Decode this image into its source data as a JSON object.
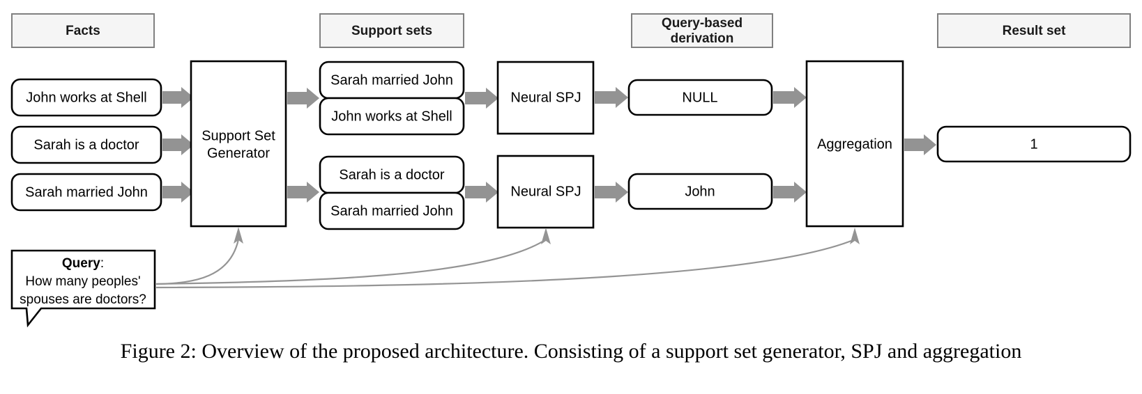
{
  "figure": {
    "caption": "Figure 2: Overview of the proposed architecture. Consisting of a support set generator, SPJ and aggregation"
  },
  "colors": {
    "header_fill": "#f5f5f5",
    "header_stroke": "#808080",
    "node_stroke": "#000000",
    "node_fill": "#ffffff",
    "arrow_gray": "#939393",
    "query_line_gray": "#949494",
    "text": "#000000"
  },
  "columns": [
    {
      "id": "facts",
      "label": "Facts"
    },
    {
      "id": "support-sets",
      "label": "Support sets"
    },
    {
      "id": "query-based-derivation",
      "label": "Query-based derivation",
      "line1": "Query-based",
      "line2": "derivation"
    },
    {
      "id": "result-set",
      "label": "Result set"
    }
  ],
  "facts": [
    {
      "id": "fact-1",
      "text": "John works at Shell"
    },
    {
      "id": "fact-2",
      "text": "Sarah is a doctor"
    },
    {
      "id": "fact-3",
      "text": "Sarah married John"
    }
  ],
  "support_set_generator": {
    "line1": "Support Set",
    "line2": "Generator"
  },
  "support_sets": [
    {
      "id": "support-set-1",
      "facts": [
        {
          "id": "support-set-1-fact-1",
          "text": "Sarah married John"
        },
        {
          "id": "support-set-1-fact-2",
          "text": "John works at Shell"
        }
      ]
    },
    {
      "id": "support-set-2",
      "facts": [
        {
          "id": "support-set-2-fact-1",
          "text": "Sarah is a doctor"
        },
        {
          "id": "support-set-2-fact-2",
          "text": "Sarah married John"
        }
      ]
    }
  ],
  "spj": [
    {
      "id": "neural-spj-1",
      "label": "Neural SPJ"
    },
    {
      "id": "neural-spj-2",
      "label": "Neural SPJ"
    }
  ],
  "derivations": [
    {
      "id": "derivation-1",
      "value": "NULL"
    },
    {
      "id": "derivation-2",
      "value": "John"
    }
  ],
  "aggregation": {
    "label": "Aggregation"
  },
  "result": {
    "value": "1"
  },
  "query": {
    "label": "Query",
    "colon": ":",
    "line1": "How many peoples'",
    "line2": "spouses are doctors?"
  }
}
